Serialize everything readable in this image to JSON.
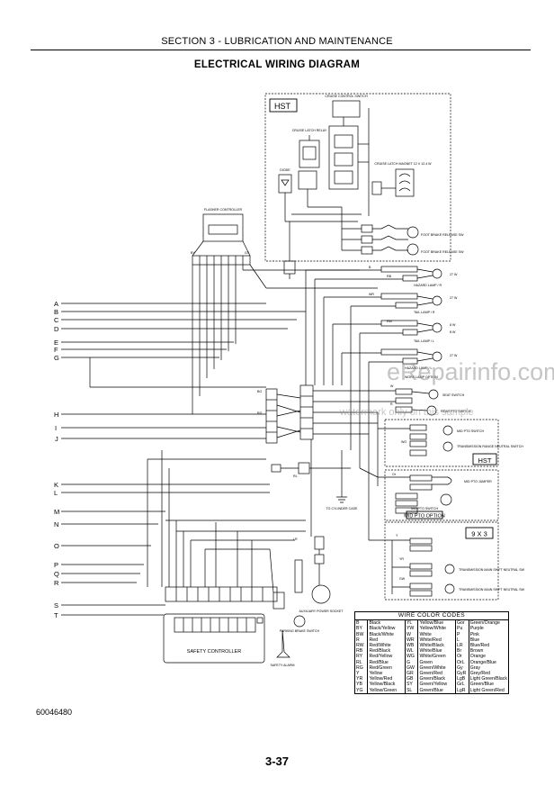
{
  "header": {
    "section": "SECTION 3 - LUBRICATION AND MAINTENANCE",
    "title": "ELECTRICAL WIRING DIAGRAM"
  },
  "footer": {
    "doc_number": "60046480",
    "page_number": "3-37"
  },
  "watermark": {
    "site": "eRepairinfo.com",
    "sample": "watermark only on this sample"
  },
  "diagram": {
    "hst_label": "HST",
    "hst_small_label": "HST",
    "mid_pto_option": "MID PTO OPTION",
    "nine_by_three": "9 X 3",
    "components": {
      "cruise_control_switch": "CRUISE CONTROL SWITCH",
      "cruise_latch_relay": "CRUISE LATCH RELAY",
      "diode": "DIODE",
      "cruise_latch_magnet": "CRUISE LATCH MAGNET 12 V 12.4 W",
      "foot_brake_release_1": "FOOT BRAKE RELEASE SW",
      "foot_brake_release_2": "FOOT BRAKE RELEASE SW",
      "flasher_controller": "FLASHER CONTROLLER",
      "hazard_lamp": "HAZARD LAMP / R",
      "tail_lamp_r": "TAIL LAMP / R",
      "tail_lamp_l": "TAIL LAMP / L",
      "hazard_lamp_l": "HAZARD LAMP / L",
      "work_lamp_option": "WORK LAMP OPTION",
      "seat_switch": "SEAT SWITCH",
      "rear_pto_switch": "REAR PTO SWITCH",
      "mid_pto_switch_hst": "MID PTO SWITCH",
      "transmission_range_neutral": "TRANSMISSION RANGE NEUTRAL SWITCH",
      "mid_pto_jumper": "MID PTO JUMPER",
      "mid_pto_switch": "MID PTO SWITCH",
      "to_cylinder_case": "TO CYLINDER CASE",
      "auxiliary_power_socket": "AUXILIARY POWER SOCKET",
      "parking_brake_switch": "PARKING BRAKE SWITCH",
      "safety_alarm": "SAFETY ALARM",
      "safety_controller": "SAFETY CONTROLLER",
      "transmission_main_shift_1": "TRANSMISSION MAIN SHIFT NEUTRAL SW",
      "transmission_main_shift_2": "TRANSMISSION MAIN SHIFT NEUTRAL SW"
    },
    "lamp_watts": [
      "27 W",
      "27 W",
      "8 W",
      "8 W",
      "27 W"
    ],
    "wire_tags": [
      "B",
      "RB",
      "WR",
      "RW",
      "BY",
      "GY",
      "Or",
      "Y",
      "W",
      "R",
      "WG",
      "RL",
      "YR",
      "BG",
      "RG",
      "LR",
      "GW"
    ],
    "left_labels": [
      "A",
      "B",
      "C",
      "D",
      "E",
      "F",
      "G",
      "H",
      "I",
      "J",
      "K",
      "L",
      "M",
      "N",
      "O",
      "P",
      "Q",
      "R",
      "S",
      "T"
    ]
  },
  "wire_color_codes": {
    "title": "WIRE COLOR CODES",
    "rows": [
      [
        "B",
        "Black",
        "YL",
        "Yellow/Blue",
        "Gor",
        "Green/Orange"
      ],
      [
        "BY",
        "Black/Yellow",
        "YW",
        "Yellow/White",
        "Pu",
        "Purple"
      ],
      [
        "BW",
        "Black/White",
        "W",
        "White",
        "P",
        "Pink"
      ],
      [
        "R",
        "Red",
        "WR",
        "White/Red",
        "L",
        "Blue"
      ],
      [
        "RW",
        "Red/White",
        "WB",
        "White/Black",
        "LR",
        "Blue/Red"
      ],
      [
        "RB",
        "Red/Black",
        "WL",
        "White/Blue",
        "Br",
        "Brown"
      ],
      [
        "RY",
        "Red/Yellow",
        "WG",
        "White/Green",
        "Or",
        "Orange"
      ],
      [
        "RL",
        "Red/Blue",
        "G",
        "Green",
        "OrL",
        "Orange/Blue"
      ],
      [
        "RG",
        "Red/Green",
        "GW",
        "Green/White",
        "Gy",
        "Gray"
      ],
      [
        "Y",
        "Yellow",
        "GR",
        "Green/Red",
        "GyR",
        "Grey/Red"
      ],
      [
        "YR",
        "Yellow/Red",
        "GB",
        "Green/Black",
        "LgB",
        "Light Green/Black"
      ],
      [
        "YB",
        "Yellow/Black",
        "SY",
        "Green/Yellow",
        "GrL",
        "Green/Blue"
      ],
      [
        "YG",
        "Yellow/Green",
        "SL",
        "Green/Blue",
        "LgR",
        "Light Green/Red"
      ]
    ]
  }
}
